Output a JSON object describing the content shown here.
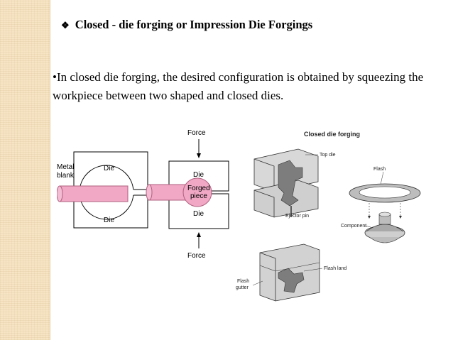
{
  "slide": {
    "title_bullet": "❖",
    "title": "Closed - die forging or Impression Die Forgings",
    "body": "•In closed die forging, the desired configuration is obtained by squeezing the workpiece between two shaped and closed dies."
  },
  "figure_left": {
    "metal_blank_line1": "Metal",
    "metal_blank_line2": "blank",
    "die_top": "Die",
    "die_bottom": "Die",
    "force_top": "Force",
    "force_bottom": "Force",
    "die_top_2": "Die",
    "die_bottom_2": "Die",
    "forged_piece_line1": "Forged",
    "forged_piece_line2": "piece",
    "colors": {
      "blank": "#f0a8c4",
      "blank_stroke": "#b0607f"
    }
  },
  "figure_right": {
    "title": "Closed die forging",
    "top_die": "Top die",
    "flash": "Flash",
    "ejector_pin": "Ejector pin",
    "component": "Component",
    "flash_land": "Flash land",
    "flash_gutter_line1": "Flash",
    "flash_gutter_line2": "gutter"
  }
}
